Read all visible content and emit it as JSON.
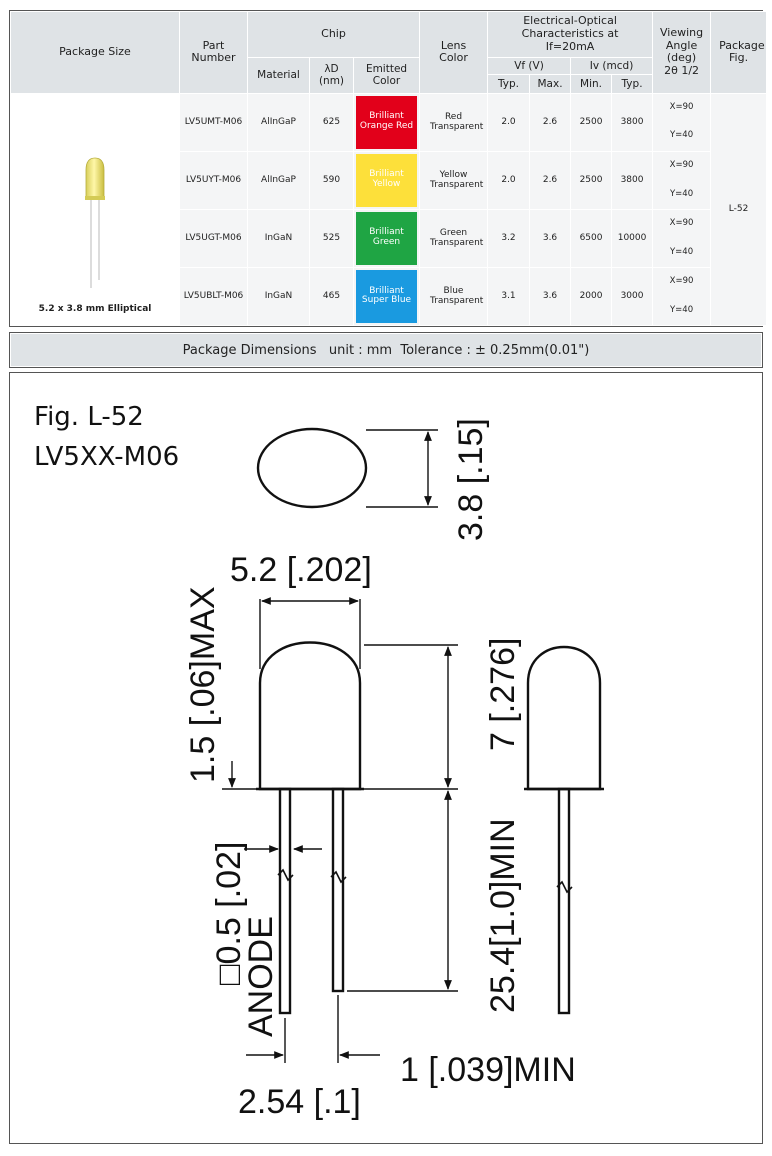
{
  "table": {
    "headers": {
      "package_size": "Package Size",
      "part_number": "Part Number",
      "chip": "Chip",
      "material": "Material",
      "wavelength": "λD (nm)",
      "emitted_color": "Emitted Color",
      "lens_color": "Lens Color",
      "electro_optical": "Electrical-Optical Characteristics at If=20mA",
      "vf": "Vf (V)",
      "iv": "Iv (mcd)",
      "typ": "Typ.",
      "max": "Max.",
      "min": "Min.",
      "typ2": "Typ.",
      "viewing_angle": "Viewing Angle (deg) 2θ 1/2",
      "package_fig": "Package Fig."
    },
    "package_size_label": "5.2 x 3.8 mm Elliptical",
    "package_fig_value": "L-52",
    "rows": [
      {
        "part": "LV5UMT-M06",
        "material": "AlInGaP",
        "nm": "625",
        "color_name": "Brilliant Orange Red",
        "color_hex": "#e2001a",
        "lens": "Red Transparent",
        "vf_typ": "2.0",
        "vf_max": "2.6",
        "iv_min": "2500",
        "iv_typ": "3800",
        "x": "X=90",
        "y": "Y=40"
      },
      {
        "part": "LV5UYT-M06",
        "material": "AlInGaP",
        "nm": "590",
        "color_name": "Brilliant Yellow",
        "color_hex": "#fde03a",
        "lens": "Yellow Transparent",
        "vf_typ": "2.0",
        "vf_max": "2.6",
        "iv_min": "2500",
        "iv_typ": "3800",
        "x": "X=90",
        "y": "Y=40"
      },
      {
        "part": "LV5UGT-M06",
        "material": "InGaN",
        "nm": "525",
        "color_name": "Brilliant Green",
        "color_hex": "#1fa544",
        "lens": "Green Transparent",
        "vf_typ": "3.2",
        "vf_max": "3.6",
        "iv_min": "6500",
        "iv_typ": "10000",
        "x": "X=90",
        "y": "Y=40"
      },
      {
        "part": "LV5UBLT-M06",
        "material": "InGaN",
        "nm": "465",
        "color_name": "Brilliant Super Blue",
        "color_hex": "#1a9ae0",
        "lens": "Blue Transparent",
        "vf_typ": "3.1",
        "vf_max": "3.6",
        "iv_min": "2000",
        "iv_typ": "3000",
        "x": "X=90",
        "y": "Y=40"
      }
    ]
  },
  "banner": "Package Dimensions   unit : mm  Tolerance : ± 0.25mm(0.01\")",
  "drawing": {
    "fig_label": "Fig. L-52",
    "model": "LV5XX-M06",
    "dim_depth": "3.8 [.15]",
    "dim_width": "5.2  [.202]",
    "dim_height": "7  [.276]",
    "dim_flange": "1.5  [.06]MAX",
    "dim_lead": "□0.5  [.02]",
    "anode": "ANODE",
    "dim_lead_len": "25.4[1.0]MIN",
    "dim_pitch": "2.54  [.1]",
    "dim_gap": "1  [.039]MIN"
  }
}
